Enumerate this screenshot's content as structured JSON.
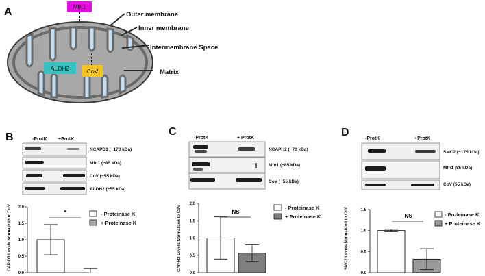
{
  "panel_a": {
    "label": "A",
    "mfn1": "Mfn1",
    "aldh2": "ALDH2",
    "cov": "CoV",
    "outer_membrane": "Outer membrane",
    "inner_membrane": "Inner membrane",
    "intermembrane_space": "Intermembrane Space",
    "matrix": "Matrix",
    "colors": {
      "mfn1": "#e60fe3",
      "aldh2": "#34c3c2",
      "cov": "#f5c51e",
      "mito_fill": "#a8a8a8",
      "cristae": "#c5dff2"
    }
  },
  "panels": [
    {
      "label": "B",
      "lanes": [
        "-ProtK",
        "+ProtK"
      ],
      "blots": [
        "NCAPD3 (~170 kDa)",
        "Mfn1 (~85 kDa)",
        "CoV (~55 kDa)",
        "ALDH2 (~55 kDa)"
      ],
      "legend": [
        "- Proteinase K",
        "+ Proteinase K"
      ],
      "sig": "*"
    },
    {
      "label": "C",
      "lanes": [
        "-ProtK",
        "+ ProtK"
      ],
      "blots": [
        "NCAPH2 (~70 kDa)",
        "Mfn1 (~85 kDa)",
        "CoV (~55 kDa)"
      ],
      "legend": [
        "- Proteinase K",
        "+ Proteinase K"
      ],
      "sig": "NS"
    },
    {
      "label": "D",
      "lanes": [
        "-ProtK",
        "+ProtK"
      ],
      "blots": [
        "SMC2 (~175 kDa)",
        "Mfn1 (85 kDa)",
        "CoV (55 kDa)"
      ],
      "legend": [
        "- Proteinase K",
        "+ Proteinase K"
      ],
      "sig": "NS"
    }
  ],
  "chart_data": [
    {
      "type": "bar",
      "ylabel": "CAP-D3 Levels Normalized to CoV",
      "ylim": [
        0,
        2.0
      ],
      "yticks": [
        "0.0",
        "0.5",
        "1.0",
        "1.5",
        "2.0"
      ],
      "series": [
        {
          "name": "- Proteinase K",
          "values": [
            1.0
          ],
          "error": [
            0.46
          ],
          "color": "#ffffff"
        },
        {
          "name": "+ Proteinase K",
          "values": [
            0.0
          ],
          "error": [
            0.12
          ],
          "color": "#a6a6a6"
        }
      ]
    },
    {
      "type": "bar",
      "ylabel": "CAP-H2 Levels Normalized to CoV",
      "ylim": [
        0,
        2.0
      ],
      "yticks": [
        "0.0",
        "0.5",
        "1.0",
        "1.5",
        "2.0"
      ],
      "series": [
        {
          "name": "- Proteinase K",
          "values": [
            1.0
          ],
          "error": [
            0.61
          ],
          "color": "#ffffff"
        },
        {
          "name": "+ Proteinase K",
          "values": [
            0.56
          ],
          "error": [
            0.24
          ],
          "color": "#808080"
        }
      ]
    },
    {
      "type": "bar",
      "ylabel": "SMC2 Levels Normalized to CoV",
      "ylim": [
        0,
        1.5
      ],
      "yticks": [
        "0.0",
        "0.5",
        "1.0",
        "1.5"
      ],
      "series": [
        {
          "name": "- Proteinase K",
          "values": [
            1.0
          ],
          "error": [
            0.03
          ],
          "color": "#ffffff"
        },
        {
          "name": "+ Proteinase K",
          "values": [
            0.32
          ],
          "error": [
            0.25
          ],
          "color": "#9a9a9a"
        }
      ]
    }
  ]
}
